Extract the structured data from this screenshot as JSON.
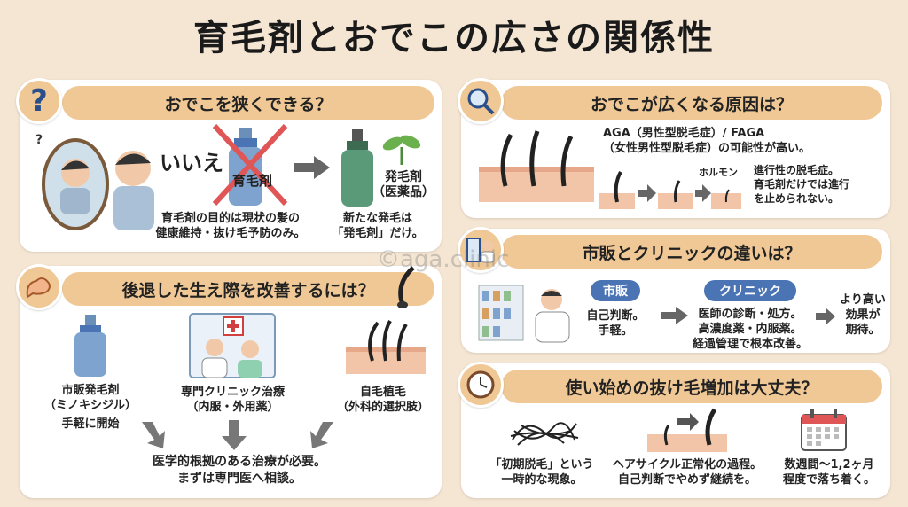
{
  "title": "育毛剤とおでこの広さの関係性",
  "watermark": "©aga.clinic",
  "panel1": {
    "heading": "おでこを狭くできる？",
    "answer": "いいえ",
    "crossed_label": "育毛剤",
    "hair_growth_label_line1": "発毛剤",
    "hair_growth_label_line2": "（医薬品）",
    "note_left_line1": "育毛剤の目的は現状の髪の",
    "note_left_line2": "健康維持・抜け毛予防のみ。",
    "note_right_line1": "新たな発毛は",
    "note_right_line2": "「発毛剤」だけ。"
  },
  "panel2": {
    "heading": "おでこが広くなる原因は？",
    "cause_line1": "AGA（男性型脱毛症）/ FAGA",
    "cause_line2": "（女性男性型脱毛症）の可能性が高い。",
    "hormone_label": "ホルモン",
    "progress_line1": "進行性の脱毛症。",
    "progress_line2": "育毛剤だけでは進行",
    "progress_line3": "を止められない。"
  },
  "panel3": {
    "heading": "市販とクリニックの違いは？",
    "otc_pill": "市販",
    "otc_line1": "自己判断。",
    "otc_line2": "手軽。",
    "clinic_pill": "クリニック",
    "clinic_line1": "医師の診断・処方。",
    "clinic_line2": "高濃度薬・内服薬。",
    "clinic_line3": "経過管理で根本改善。",
    "result_line1": "より高い",
    "result_line2": "効果が",
    "result_line3": "期待。"
  },
  "panel4": {
    "heading": "後退した生え際を改善するには？",
    "opt1_line1": "市販発毛剤",
    "opt1_line2": "（ミノキシジル）",
    "opt1_line3": "手軽に開始",
    "opt2_line1": "専門クリニック治療",
    "opt2_line2": "（内服・外用薬）",
    "opt3_line1": "自毛植毛",
    "opt3_line2": "（外科的選択肢）",
    "conclusion_line1": "医学的根拠のある治療が必要。",
    "conclusion_line2": "まずは専門医へ相談。"
  },
  "panel5": {
    "heading": "使い始めの抜け毛増加は大丈夫？",
    "c1_line1": "「初期脱毛」という",
    "c1_line2": "一時的な現象。",
    "c2_line1": "ヘアサイクル正常化の過程。",
    "c2_line2": "自己判断でやめず継続を。",
    "c3_line1": "数週間〜1,2ヶ月",
    "c3_line2": "程度で落ち着く。"
  },
  "colors": {
    "background": "#f5e6d3",
    "banner": "#efc896",
    "accent_blue": "#4a74b4",
    "cross_red": "#e05555",
    "bottle_green": "#5a9a78"
  }
}
